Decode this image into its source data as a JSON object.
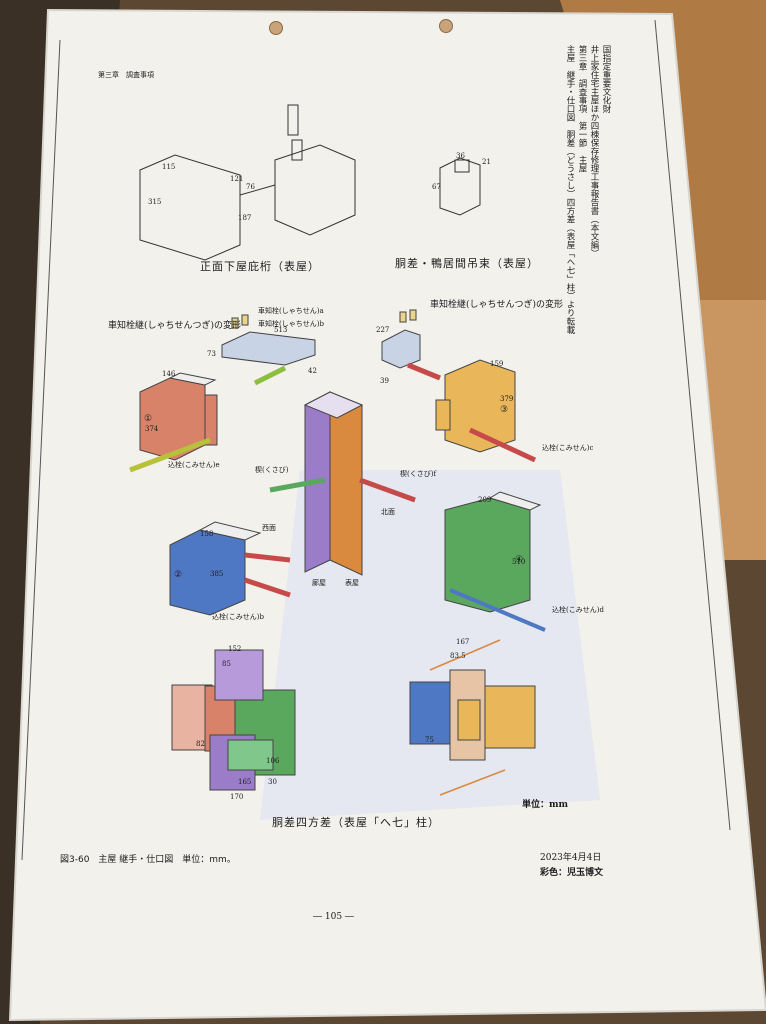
{
  "header": {
    "chapter": "第三章　調査事項",
    "vertical_lines": [
      "国指定重要文化財",
      "井上家住宅主屋ほか四棟保存修理工事報告書（本文編）",
      "第三章　調査事項　第一節　主屋",
      "主屋　継手・仕口図　胴差（どうさし）四方差（表屋「へ七」柱）より転載"
    ]
  },
  "figures": {
    "top_left_title": "正面下屋庇桁（表屋）",
    "top_right_title": "胴差・鴨居間吊束（表屋）",
    "left_section_title": "車知栓継(しゃちせんつぎ)の変形",
    "right_section_title": "車知栓継(しゃちせんつぎ)の変形",
    "bottom_title": "胴差四方差（表屋「へ七」柱）",
    "unit": "単位：mm"
  },
  "labels": {
    "shachisen_a": "車知栓(しゃちせん)a",
    "shachisen_b": "車知栓(しゃちせん)b",
    "komisen_c": "込栓(こみせん)c",
    "komisen_e": "込栓(こみせん)e",
    "komisen_b": "込栓(こみせん)b",
    "komisen_d": "込栓(こみせん)d",
    "kusabi_left": "楔(くさび)",
    "kusabi_right": "楔(くさび)f",
    "nishi": "西面",
    "kita": "北面",
    "omote": "表屋",
    "nakaya": "廊屋",
    "circ1": "①",
    "circ2": "②",
    "circ3": "③",
    "circ4": "④"
  },
  "dimensions": {
    "d115": "115",
    "d315": "315",
    "d121": "121",
    "d76": "76",
    "d187": "187",
    "d36": "36",
    "d21": "21",
    "d67": "67",
    "d513": "513",
    "d227": "227",
    "d73": "73",
    "d42": "42",
    "d39": "39",
    "d146": "146",
    "d374": "374",
    "d159": "159",
    "d379": "379",
    "d158": "158",
    "d385": "385",
    "d209": "209",
    "d510": "510",
    "d152": "152",
    "d85": "85",
    "d82": "82",
    "d165": "165",
    "d170": "170",
    "d106": "106",
    "d30": "30",
    "d167": "167",
    "d83_5": "83.5",
    "d75": "75"
  },
  "footer": {
    "caption": "図3-60　主屋 継手・仕口図　単位：mm。",
    "date": "2023年4月4日",
    "credit": "彩色：児玉博文",
    "page": "― 105 ―"
  },
  "colors": {
    "paper": "#f4f3ef",
    "red": "#d9826a",
    "blue": "#4f78c4",
    "yellow": "#e9b75a",
    "green": "#5aa85e",
    "purple": "#9b7cc9",
    "orange": "#d98a3f",
    "wood": "#b98552"
  }
}
